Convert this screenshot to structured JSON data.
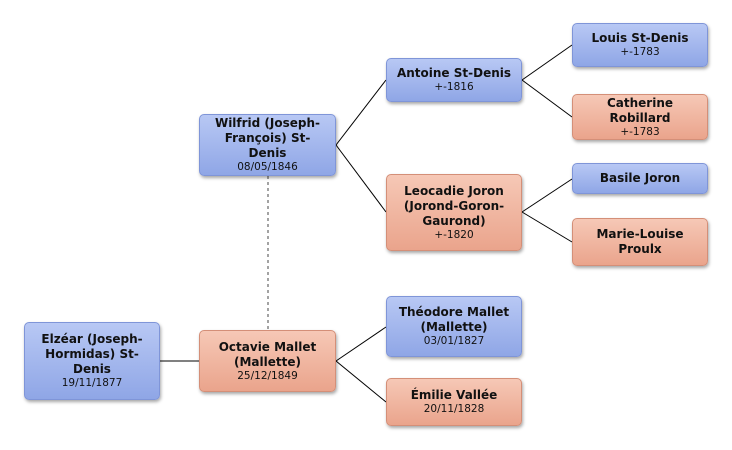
{
  "colors": {
    "male": "#9fb3ec",
    "female": "#eeb39e",
    "line": "#000000",
    "spouse_line": "#666666"
  },
  "people": {
    "elzear": {
      "name": "Elzéar (Joseph-Hormidas) St-Denis",
      "date": "19/11/1877",
      "sex": "male"
    },
    "wilfrid": {
      "name": "Wilfrid (Joseph-François) St-Denis",
      "date": "08/05/1846",
      "sex": "male"
    },
    "octavie": {
      "name": "Octavie Mallet (Mallette)",
      "date": "25/12/1849",
      "sex": "female"
    },
    "antoine": {
      "name": "Antoine St-Denis",
      "date": "+-1816",
      "sex": "male"
    },
    "leocadie": {
      "name": "Leocadie Joron (Jorond-Goron-Gaurond)",
      "date": "+-1820",
      "sex": "female"
    },
    "theodore": {
      "name": "Théodore Mallet (Mallette)",
      "date": "03/01/1827",
      "sex": "male"
    },
    "emilie": {
      "name": "Émilie Vallée",
      "date": "20/11/1828",
      "sex": "female"
    },
    "louis": {
      "name": "Louis St-Denis",
      "date": "+-1783",
      "sex": "male"
    },
    "catherine": {
      "name": "Catherine Robillard",
      "date": "+-1783",
      "sex": "female"
    },
    "basile": {
      "name": "Basile Joron",
      "date": "",
      "sex": "male"
    },
    "marielouise": {
      "name": "Marie-Louise Proulx",
      "date": "",
      "sex": "female"
    }
  }
}
